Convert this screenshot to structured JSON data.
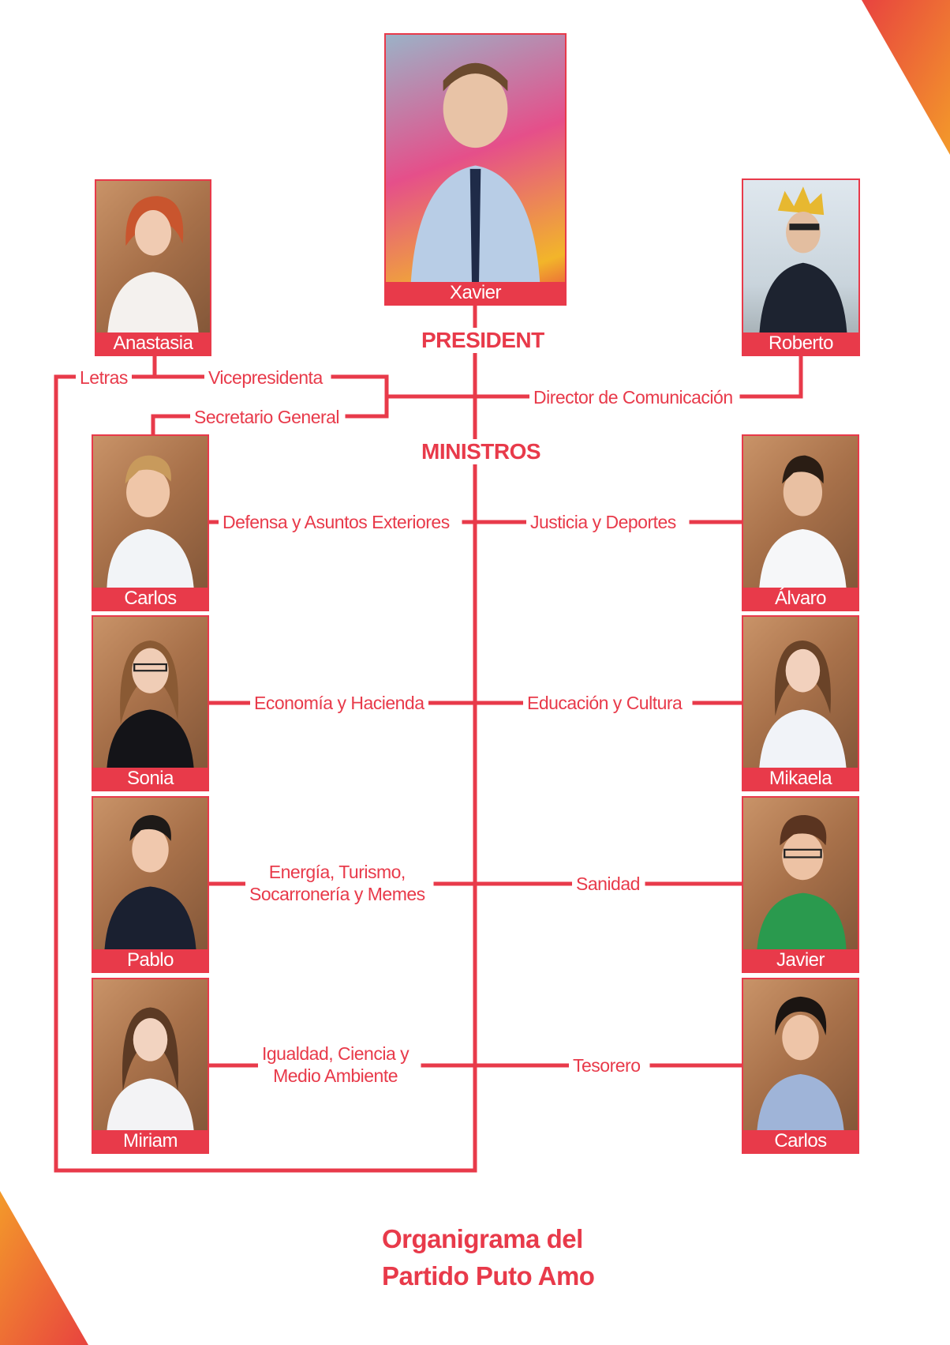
{
  "colors": {
    "accent": "#e83a4a",
    "corner_orange": "#f39a2a",
    "corner_red": "#e8433f"
  },
  "headings": {
    "president": "PRESIDENT",
    "ministros": "MINISTROS"
  },
  "footer": {
    "line1": "Organigrama del",
    "line2": "Partido Puto Amo"
  },
  "people": {
    "xavier": "Xavier",
    "anastasia": "Anastasia",
    "roberto": "Roberto",
    "carlos_left": "Carlos",
    "alvaro": "Álvaro",
    "sonia": "Sonia",
    "mikaela": "Mikaela",
    "pablo": "Pablo",
    "javier": "Javier",
    "miriam": "Miriam",
    "carlos_right": "Carlos"
  },
  "roles": {
    "letras": "Letras",
    "vicepresidenta": "Vicepresidenta",
    "secretario": "Secretario General",
    "director": "Director de Comunicación",
    "defensa": "Defensa y Asuntos Exteriores",
    "justicia": "Justicia y Deportes",
    "economia": "Economía y Hacienda",
    "educacion": "Educación y Cultura",
    "energia_line1": "Energía, Turismo,",
    "energia_line2": "Socarronería y Memes",
    "sanidad": "Sanidad",
    "igualdad_line1": "Igualdad, Ciencia y",
    "igualdad_line2": "Medio Ambiente",
    "tesorero": "Tesorero"
  }
}
